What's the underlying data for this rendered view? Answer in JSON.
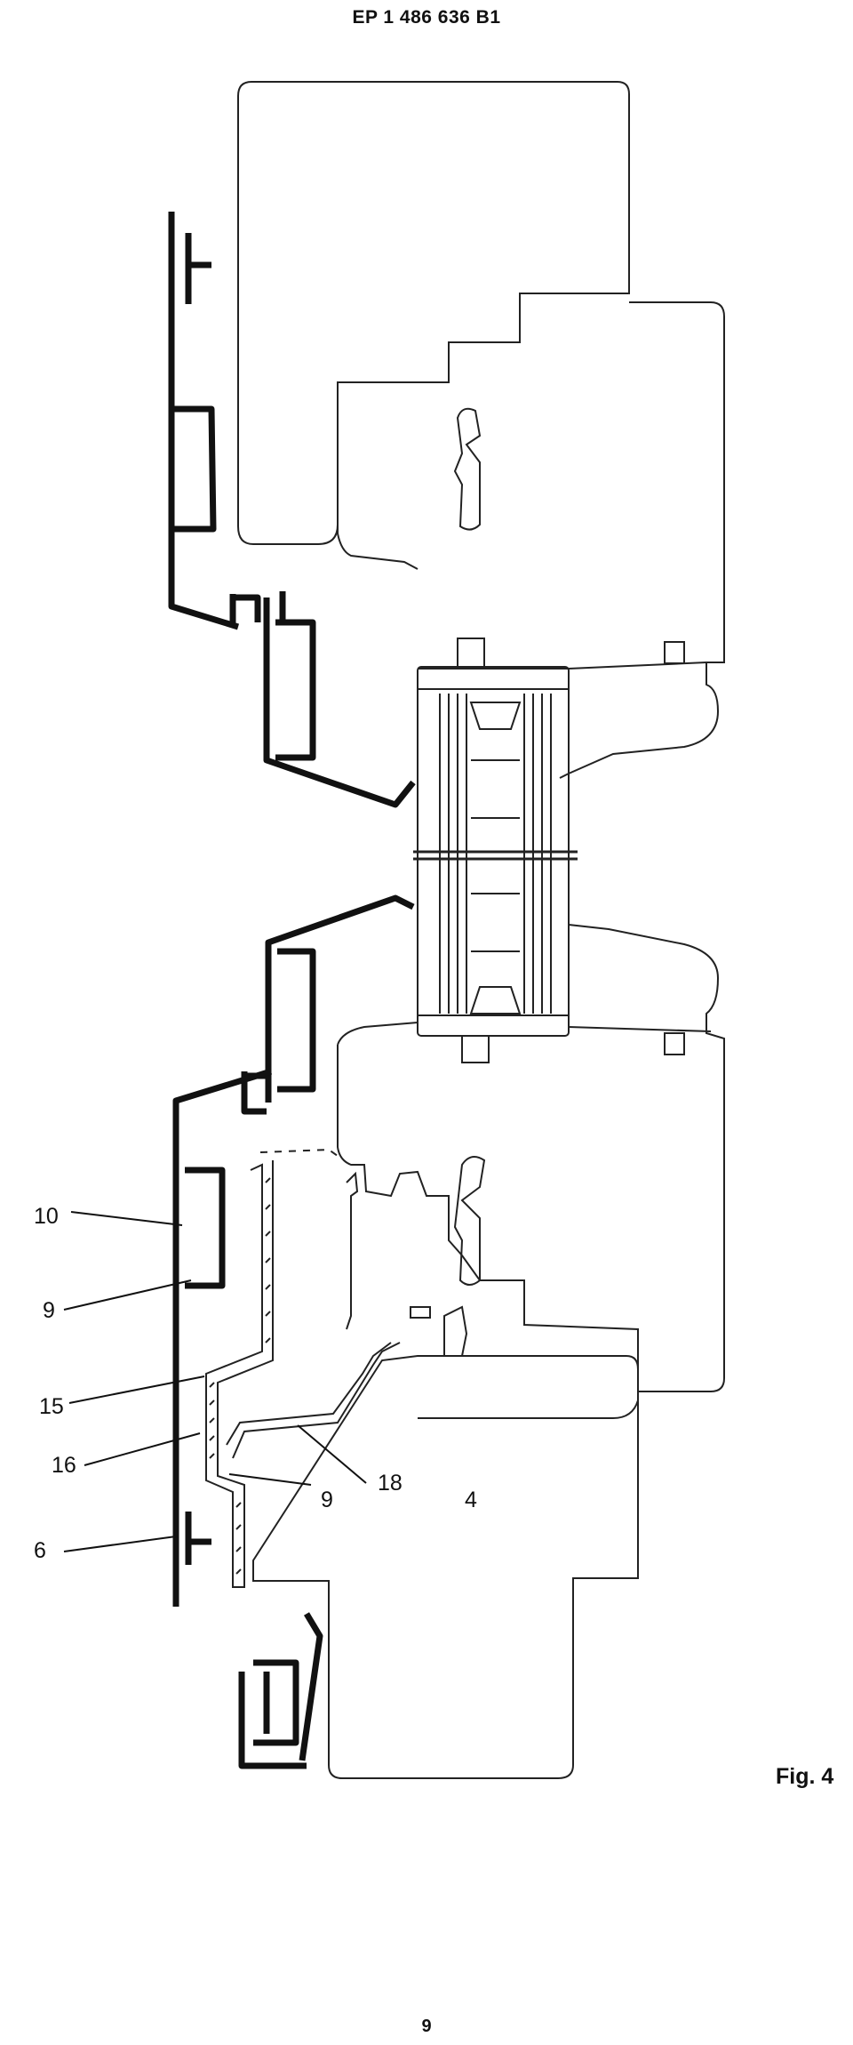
{
  "header": {
    "patent_number": "EP 1 486 636 B1"
  },
  "figure": {
    "label": "Fig. 4",
    "reference_numerals": [
      "10",
      "9",
      "15",
      "16",
      "6",
      "9",
      "18",
      "4"
    ]
  },
  "page_number": "9"
}
